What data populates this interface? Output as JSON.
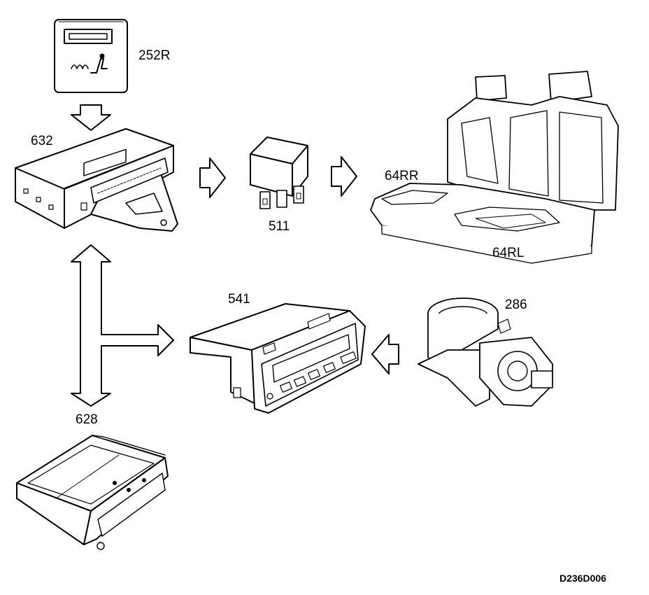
{
  "labels": {
    "switch_252R": "252R",
    "module_632": "632",
    "relay_511": "511",
    "heater_64RR": "64RR",
    "heater_64RL": "64RL",
    "display_541": "541",
    "ignition_286": "286",
    "module_628": "628"
  },
  "reference": "D236D006"
}
